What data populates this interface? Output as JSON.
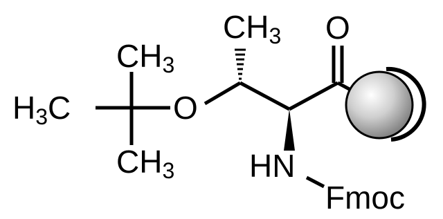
{
  "structure": {
    "labels": {
      "top_methyl": "CH",
      "top_methyl_sub": "3",
      "carbonyl_o": "O",
      "tbu_top_methyl": "CH",
      "tbu_top_methyl_sub": "3",
      "tbu_left_methyl_h": "H",
      "tbu_left_methyl_sub": "3",
      "tbu_left_methyl_c": "C",
      "ether_o": "O",
      "tbu_bottom_methyl": "CH",
      "tbu_bottom_methyl_sub": "3",
      "amine": "HN",
      "protecting_group": "Fmoc"
    },
    "colors": {
      "ink": "#000000",
      "resin_bead_light": "#ffffff",
      "resin_bead_dark": "#7a7a7a"
    }
  }
}
